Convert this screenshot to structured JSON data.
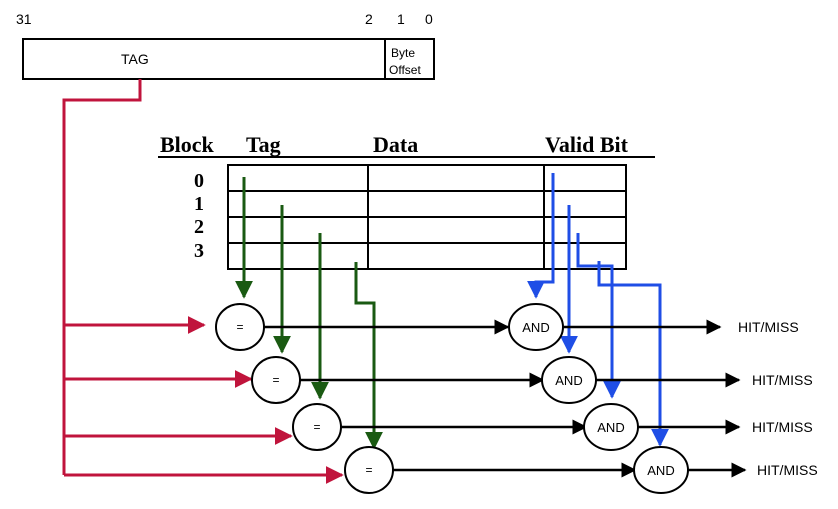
{
  "address": {
    "bit_labels": [
      "31",
      "2",
      "1",
      "0"
    ],
    "tag_label": "TAG",
    "offset_label_line1": "Byte",
    "offset_label_line2": "Offset"
  },
  "table": {
    "headers": [
      "Block",
      "Tag",
      "Data",
      "Valid Bit"
    ],
    "rows": [
      "0",
      "1",
      "2",
      "3"
    ]
  },
  "comparators": [
    "=",
    "=",
    "=",
    "="
  ],
  "and_gates": [
    "AND",
    "AND",
    "AND",
    "AND"
  ],
  "outputs": [
    "HIT/MISS",
    "HIT/MISS",
    "HIT/MISS",
    "HIT/MISS"
  ],
  "colors": {
    "tag_line": "#c0143c",
    "tag_compare_line": "#1a5a12",
    "valid_line": "#1f4ee6",
    "output_line": "#000000"
  }
}
